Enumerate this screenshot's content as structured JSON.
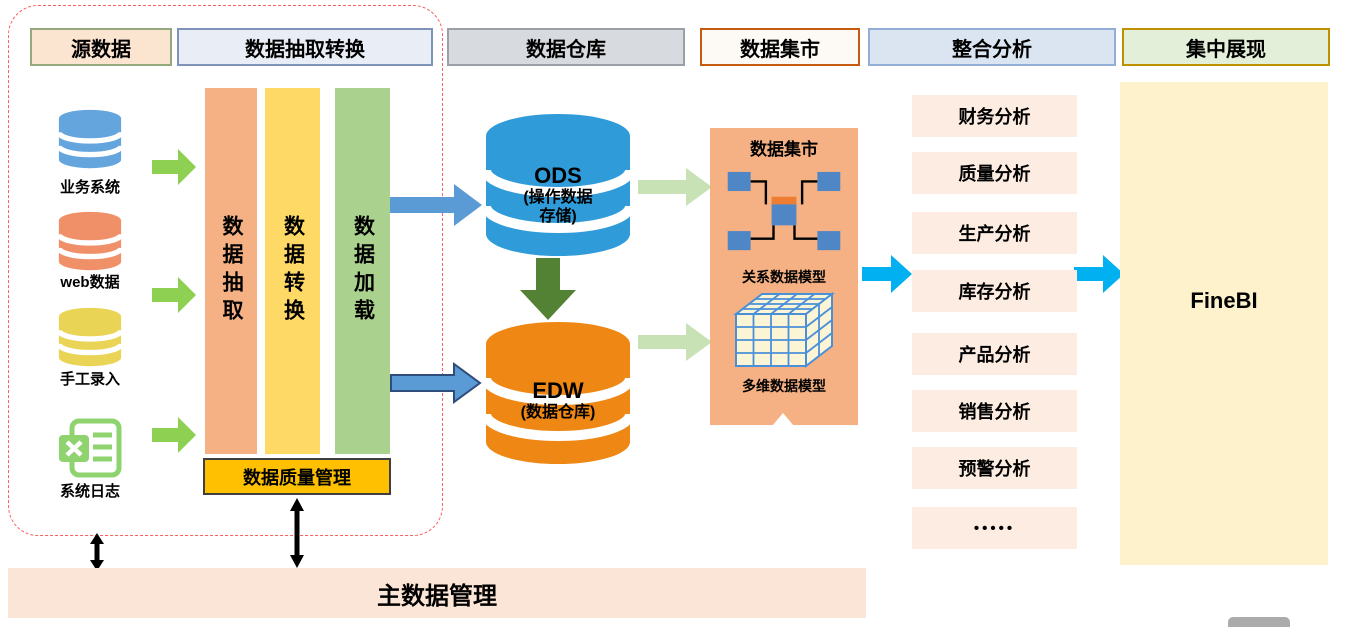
{
  "headers": [
    "源数据",
    "数据抽取转换",
    "数据仓库",
    "数据集市",
    "整合分析",
    "集中展现"
  ],
  "sources": {
    "items": [
      {
        "label": "业务系统",
        "icon": "database-blue"
      },
      {
        "label": "web数据",
        "icon": "database-orange"
      },
      {
        "label": "手工录入",
        "icon": "database-yellow"
      },
      {
        "label": "系统日志",
        "icon": "excel-file"
      }
    ]
  },
  "etl": {
    "bars": [
      {
        "label": "数据抽取"
      },
      {
        "label": "数据转换"
      },
      {
        "label": "数据加载"
      }
    ],
    "quality_label": "数据质量管理"
  },
  "warehouse": {
    "ods": {
      "title": "ODS",
      "sub1": "(操作数据",
      "sub2": "存储)"
    },
    "edw": {
      "title": "EDW",
      "sub1": "(数据仓库)"
    }
  },
  "mart": {
    "title": "数据集市",
    "relational_label": "关系数据模型",
    "cube_label": "多维数据模型"
  },
  "analysis": {
    "items": [
      "财务分析",
      "质量分析",
      "生产分析",
      "库存分析",
      "产品分析",
      "销售分析",
      "预警分析",
      "•••••"
    ]
  },
  "presentation": {
    "label": "FineBI"
  },
  "master_data": {
    "label": "主数据管理"
  },
  "colors": {
    "source_db_blue": "#64a5de",
    "source_db_orange": "#ef9068",
    "source_db_yellow": "#e9d455",
    "excel_green": "#8fd36f",
    "input_arrow_green": "#8ed051",
    "bar_extract": "#f5b183",
    "bar_transform": "#fed966",
    "bar_load": "#abd18e",
    "quality_gold": "#fec000",
    "ods_blue": "#2f9cd9",
    "edw_orange": "#ee8714",
    "flow_arrow_blue": "#5b9bd5",
    "down_arrow_green": "#548235",
    "mart_arrow_lightgreen": "#c8e2b6",
    "mart_panel_peach": "#f5b183",
    "cyan_arrow": "#00b0f0",
    "analysis_bg": "#fcece1",
    "finebi_bg": "#fdf2cc",
    "master_bar_bg": "#fbe5d6",
    "boundary_red": "#fc5f5f"
  }
}
